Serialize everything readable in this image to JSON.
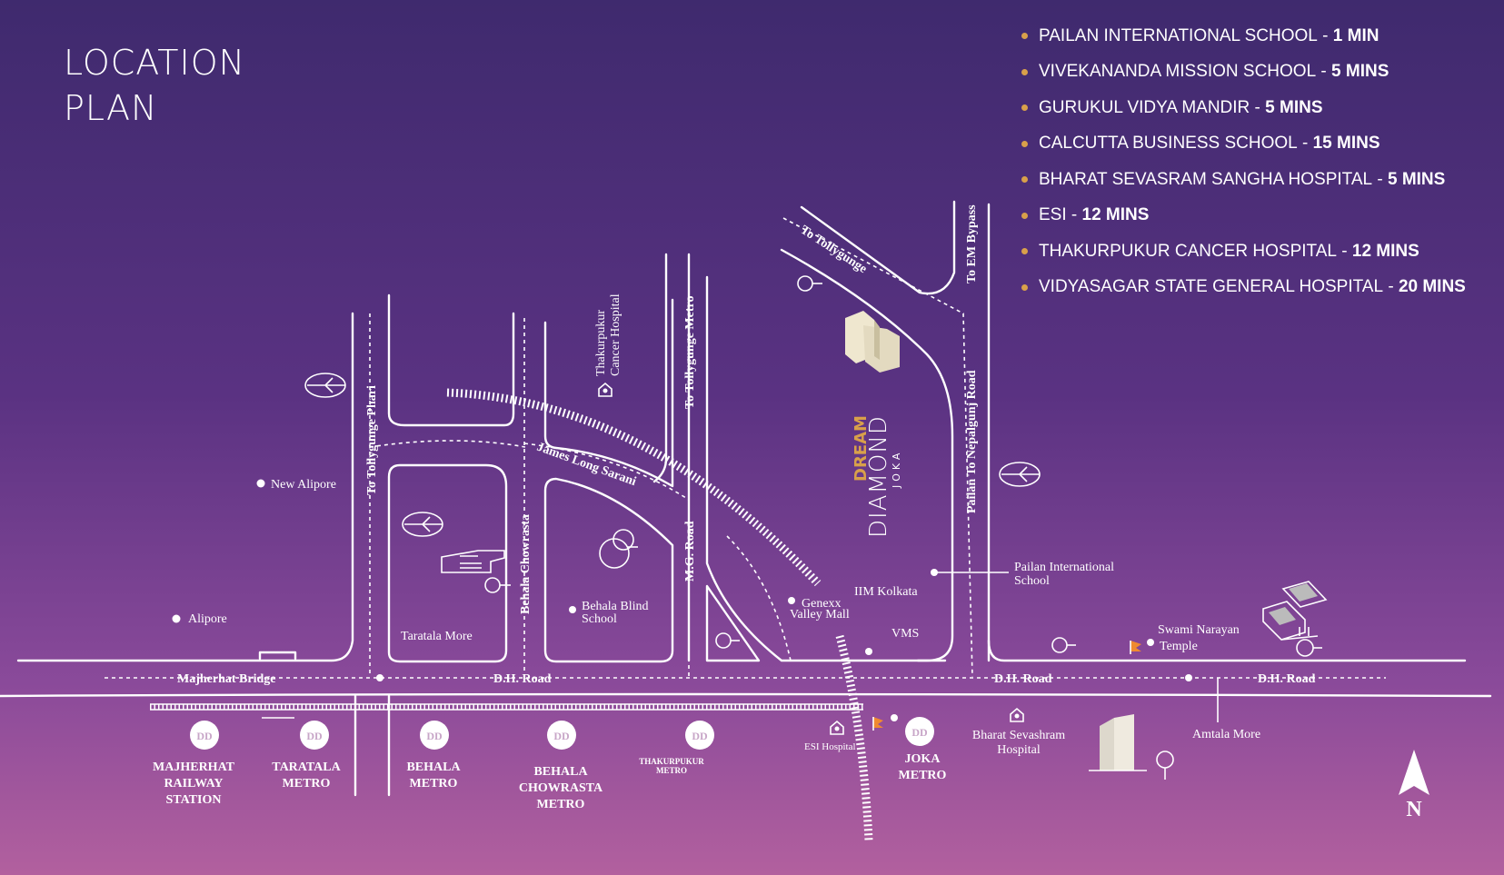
{
  "title": {
    "line1": "LOCATION",
    "line2": "PLAN"
  },
  "legend": [
    {
      "name": "PAILAN INTERNATIONAL SCHOOL",
      "time": "1 MIN"
    },
    {
      "name": "VIVEKANANDA MISSION SCHOOL",
      "time": "5 MINS"
    },
    {
      "name": "GURUKUL VIDYA MANDIR",
      "time": "5 MINS"
    },
    {
      "name": "CALCUTTA BUSINESS SCHOOL",
      "time": "15 MINS"
    },
    {
      "name": "BHARAT SEVASRAM SANGHA HOSPITAL",
      "time": "5 MINS"
    },
    {
      "name": "ESI",
      "time": "12 MINS"
    },
    {
      "name": "THAKURPUKUR CANCER HOSPITAL",
      "time": "12 MINS"
    },
    {
      "name": "VIDYASAGAR STATE GENERAL HOSPITAL",
      "time": "20 MINS"
    }
  ],
  "project": {
    "brand1": "DREAM",
    "brand2": "DIAMOND",
    "brand3": "JOKA"
  },
  "roads": {
    "tollygunge_phari": "To Tollygunge Phari",
    "behala_chowrasta": "Behala Chowrasta",
    "mg_road": "M.G. Road",
    "tollygunge_metro": "To Tollygunge Metro",
    "james_long_sarani": "James Long Sarani",
    "to_tollygunge": "To Tollygunge",
    "em_bypass": "To EM Bypass",
    "nepalgunj_road": "Pailan To Nepalgunj Road",
    "majherhat_bridge": "Majherhat Bridge",
    "dh_road": "D.H. Road"
  },
  "places": {
    "new_alipore": "New Alipore",
    "alipore": "Alipore",
    "taratala_more": "Taratala More",
    "behala_blind_school": [
      "Behala Blind",
      "School"
    ],
    "thakurpukur_cancer": [
      "Thakurpukur",
      "Cancer Hospital"
    ],
    "genexx": [
      "Genexx",
      "Valley Mall"
    ],
    "iim_kolkata": "IIM Kolkata",
    "vms": "VMS",
    "pailan_school": [
      "Pailan International",
      "School"
    ],
    "swami_narayan": [
      "Swami Narayan",
      "Temple"
    ],
    "esi_hospital": "ESI Hospital",
    "bharat_sevashram": [
      "Bharat Sevashram",
      "Hospital"
    ],
    "amtala_more": "Amtala More"
  },
  "stations": [
    {
      "lines": [
        "MAJHERHAT",
        "RAILWAY",
        "STATION"
      ]
    },
    {
      "lines": [
        "TARATALA",
        "METRO"
      ]
    },
    {
      "lines": [
        "BEHALA",
        "METRO"
      ]
    },
    {
      "lines": [
        "BEHALA",
        "CHOWRASTA",
        "METRO"
      ]
    },
    {
      "lines": [
        "THAKURPUKUR",
        "METRO"
      ]
    },
    {
      "lines": [
        "JOKA",
        "METRO"
      ]
    }
  ],
  "compass": "N",
  "colors": {
    "accent": "#d9a04a",
    "marker": "#f08a30"
  }
}
